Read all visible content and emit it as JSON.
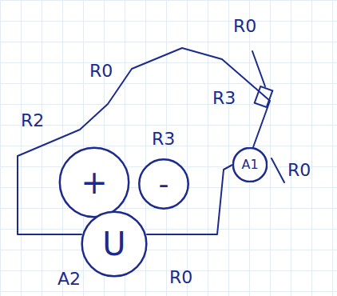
{
  "diagram": {
    "nodes": [
      {
        "text": [
          "+"
        ]
      },
      {
        "text": [
          "-"
        ]
      },
      {
        "text": [
          "U"
        ]
      },
      {
        "text": [
          "A1"
        ]
      }
    ],
    "edges": [
      {
        "from": 2,
        "to": 3,
        "arrow": "none"
      },
      {
        "from": 2,
        "to": 3,
        "arrow": "none"
      }
    ],
    "labels": [
      "R0",
      "R0",
      "R2",
      "R3",
      "R3",
      "R0",
      "A2",
      "R0"
    ]
  }
}
